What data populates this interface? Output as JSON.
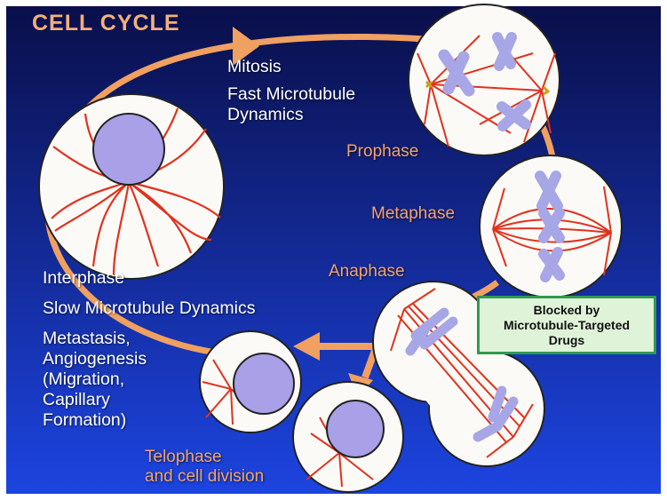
{
  "title": "CELL CYCLE",
  "labels": {
    "mitosis": "Mitosis",
    "mitosis_dynamics": "Fast Microtubule\nDynamics",
    "prophase": "Prophase",
    "metaphase": "Metaphase",
    "anaphase": "Anaphase",
    "interphase": "Interphase",
    "interphase_dynamics": "Slow Microtubule Dynamics",
    "metastasis": "Metastasis,\nAngiogenesis\n(Migration,\nCapillary\nFormation)",
    "telophase": "Telophase\nand cell division"
  },
  "callout": {
    "text": "Blocked by\nMicrotubule-Targeted\nDrugs"
  },
  "colors": {
    "background_top": "#0a0f4a",
    "background_bottom": "#1c44e0",
    "cycle_arrow": "#f0a060",
    "microtubule": "#e0321e",
    "nucleus": "#a9a0e8",
    "chromosome": "#a7a6e6",
    "cell_fill": "#fbfaf6",
    "callout_border": "#2e9a52"
  }
}
